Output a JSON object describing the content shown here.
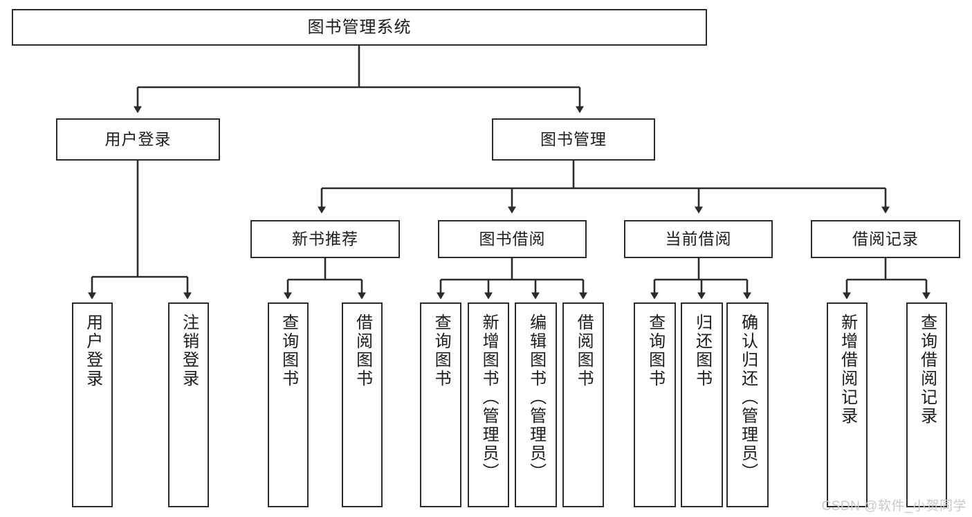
{
  "diagram": {
    "title": "图书管理系统",
    "type": "tree",
    "watermark": "CSDN @软件_小贺同学",
    "levels": {
      "root": {
        "label": "图书管理系统"
      },
      "level2": [
        {
          "label": "用户登录"
        },
        {
          "label": "图书管理"
        }
      ],
      "level3": [
        {
          "label": "新书推荐"
        },
        {
          "label": "图书借阅"
        },
        {
          "label": "当前借阅"
        },
        {
          "label": "借阅记录"
        }
      ],
      "leaves": [
        {
          "label": "用户登录",
          "parent": "用户登录"
        },
        {
          "label": "注销登录",
          "parent": "用户登录"
        },
        {
          "label": "查询图书",
          "parent": "新书推荐"
        },
        {
          "label": "借阅图书",
          "parent": "新书推荐"
        },
        {
          "label": "查询图书",
          "parent": "图书借阅"
        },
        {
          "label": "新增图书（管理员）",
          "parent": "图书借阅"
        },
        {
          "label": "编辑图书（管理员）",
          "parent": "图书借阅"
        },
        {
          "label": "借阅图书",
          "parent": "图书借阅"
        },
        {
          "label": "查询图书",
          "parent": "当前借阅"
        },
        {
          "label": "归还图书",
          "parent": "当前借阅"
        },
        {
          "label": "确认归还（管理员）",
          "parent": "当前借阅"
        },
        {
          "label": "新增借阅记录",
          "parent": "借阅记录"
        },
        {
          "label": "查询借阅记录",
          "parent": "借阅记录"
        }
      ]
    },
    "colors": {
      "stroke": "#2b2b2b",
      "fill": "#ffffff",
      "text": "#1c1c1c",
      "watermark": "#c9c9c9"
    }
  }
}
